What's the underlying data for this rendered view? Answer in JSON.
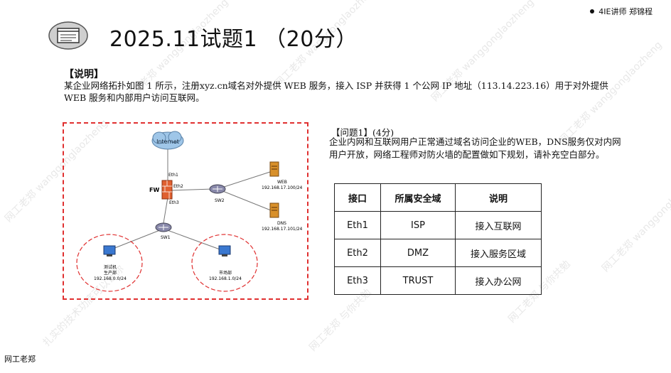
{
  "header": {
    "instructor": "4IE讲师 郑锦程"
  },
  "title": "2025.11试题1 （20分）",
  "intro": {
    "heading": "【说明】",
    "body": "某企业网络拓扑如图 1 所示，注册xyz.cn域名对外提供 WEB 服务，接入 ISP 并获得 1 个公网 IP 地址（113.14.223.16）用于对外提供 WEB 服务和内部用户访问互联网。"
  },
  "diagram": {
    "internet": "Internet",
    "fw": "FW",
    "eth1": "Eth1",
    "eth2": "Eth2",
    "eth3": "Eth3",
    "sw1": "SW1",
    "sw2": "SW2",
    "web_name": "WEB",
    "web_ip": "192.168.17.100/24",
    "dns_name": "DNS",
    "dns_ip": "192.168.17.101/24",
    "pc1_name": "测试机",
    "pc1_dept": "生产部",
    "pc1_net": "192.168.0.0/24",
    "pc2_name": "市场部",
    "pc2_net": "192.168.1.0/24"
  },
  "question": {
    "heading": "【问题1】(4分)",
    "body": "企业内网和互联网用户正常通过域名访问企业的WEB，DNS服务仅对内网用户开放，网络工程师对防火墙的配置做如下规划，请补充空白部分。"
  },
  "table": {
    "headers": [
      "接口",
      "所属安全域",
      "说明"
    ],
    "rows": [
      [
        "Eth1",
        "ISP",
        "接入互联网"
      ],
      [
        "Eth2",
        "DMZ",
        "接入服务区域"
      ],
      [
        "Eth3",
        "TRUST",
        "接入办公网"
      ]
    ]
  },
  "footer": "网工老郑"
}
